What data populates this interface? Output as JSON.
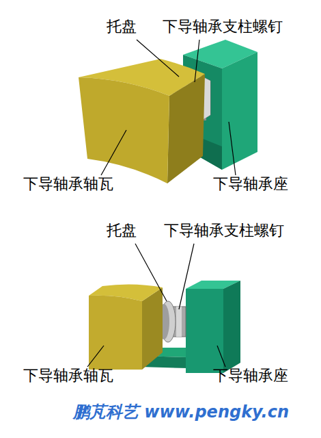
{
  "diagram": {
    "labels": [
      "托盘",
      "下导轴承支柱螺钉",
      "下导轴承轴瓦",
      "下导轴承座",
      "托盘",
      "下导轴承支柱螺钉",
      "下导轴承轴瓦",
      "下导轴承座",
      "鹏芃科艺 www.pengky.cn"
    ]
  }
}
